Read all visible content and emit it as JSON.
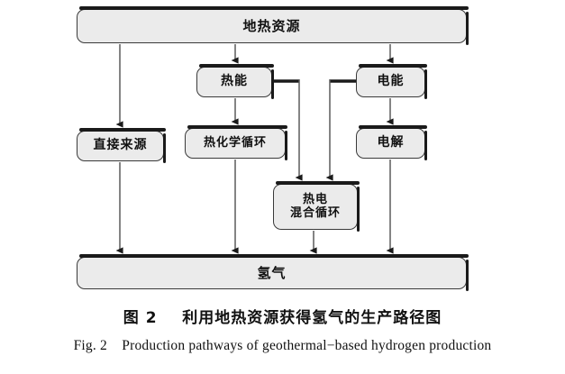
{
  "figure": {
    "caption_cn": "图 2    利用地热资源获得氢气的生产路径图",
    "caption_en": "Fig. 2    Production pathways of geothermal−based hydrogen production",
    "colors": {
      "node_fill": "#ebebeb",
      "node_border": "#3a3a3a",
      "shadow": "#1a1a1a",
      "connector": "#4d4d4d",
      "background": "#ffffff"
    }
  },
  "diagram": {
    "type": "flowchart",
    "nodes": [
      {
        "id": "geothermal",
        "label": "地热资源",
        "level": 0
      },
      {
        "id": "thermal",
        "label": "热能",
        "level": 1
      },
      {
        "id": "electric",
        "label": "电能",
        "level": 1
      },
      {
        "id": "direct",
        "label": "直接来源",
        "level": 2
      },
      {
        "id": "thermochem",
        "label": "热化学循环",
        "level": 2
      },
      {
        "id": "electrolys",
        "label": "电解",
        "level": 2
      },
      {
        "id": "hybrid",
        "label": "热电\n混合循环",
        "level": 3
      },
      {
        "id": "hydrogen",
        "label": "氢气",
        "level": 4
      }
    ],
    "edges": [
      {
        "from": "geothermal",
        "to": "direct"
      },
      {
        "from": "geothermal",
        "to": "thermal"
      },
      {
        "from": "geothermal",
        "to": "electric"
      },
      {
        "from": "thermal",
        "to": "thermochem"
      },
      {
        "from": "thermal",
        "to": "hybrid"
      },
      {
        "from": "electric",
        "to": "electrolys"
      },
      {
        "from": "electric",
        "to": "hybrid"
      },
      {
        "from": "direct",
        "to": "hydrogen"
      },
      {
        "from": "thermochem",
        "to": "hydrogen"
      },
      {
        "from": "hybrid",
        "to": "hydrogen"
      },
      {
        "from": "electrolys",
        "to": "hydrogen"
      }
    ]
  }
}
